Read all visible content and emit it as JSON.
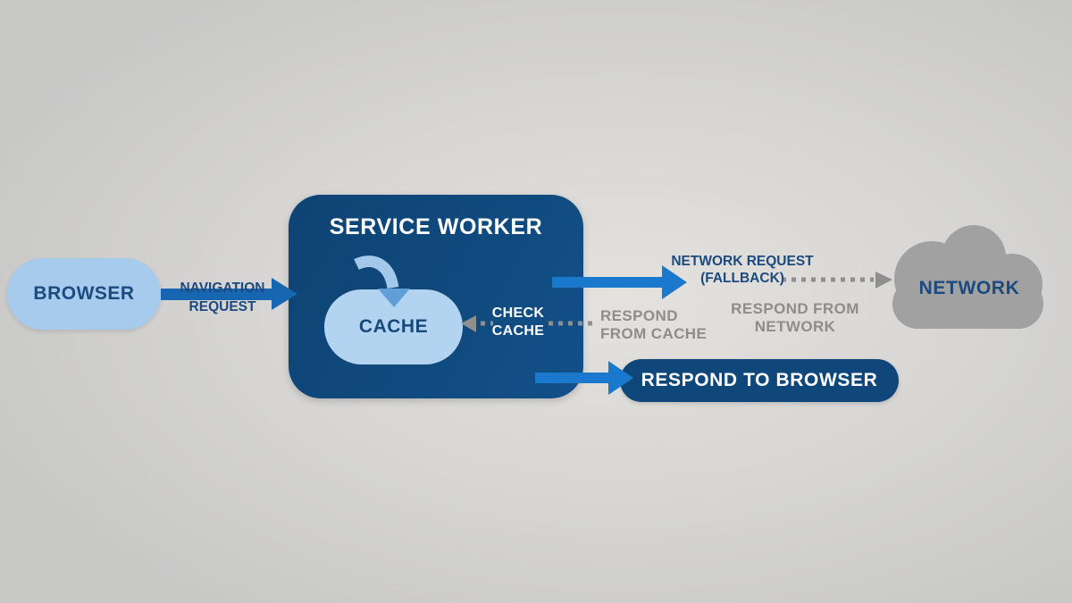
{
  "canvas": {
    "background_color": "#d6d5d3",
    "highlight_color": "#e4e2df"
  },
  "nodes": {
    "browser": {
      "label": "BROWSER",
      "fill": "#a6cbed",
      "text_color": "#1c4a7e"
    },
    "service_worker": {
      "title": "SERVICE WORKER",
      "fill": "#0f477b",
      "title_color": "#ffffff"
    },
    "cache": {
      "label": "CACHE",
      "fill": "#b3d4f0",
      "text_color": "#17497c"
    },
    "network_cloud": {
      "label": "NETWORK",
      "fill": "#a1a1a1",
      "text_color": "#1c4a7e"
    },
    "respond_to_browser": {
      "label": "RESPOND TO BROWSER",
      "fill": "#0f477b",
      "text_color": "#ffffff"
    }
  },
  "edges": {
    "navigation_request": {
      "label_line1": "NAVIGATION",
      "label_line2": "REQUEST",
      "arrow_color": "#1666b2",
      "label_color": "#1c4a7e"
    },
    "cache_loop": {
      "arrow_color": "#a3c8ea",
      "head_color": "#5f9ed6"
    },
    "check_cache": {
      "label_line1": "CHECK",
      "label_line2": "CACHE",
      "label_color": "#ffffff",
      "arrow_color": "#8f8f8f"
    },
    "respond_from_cache": {
      "label_line1": "RESPOND",
      "label_line2": "FROM CACHE",
      "label_color": "#8e8d8a"
    },
    "network_request": {
      "label_line1": "NETWORK REQUEST",
      "label_line2": "(FALLBACK)",
      "arrow_color": "#1b79cd",
      "dotted_color": "#8f8f8f",
      "label_color": "#1c4a7e"
    },
    "respond_from_network": {
      "label_line1": "RESPOND FROM",
      "label_line2": "NETWORK",
      "label_color": "#8e8d8a"
    },
    "respond_to_browser_arrow": {
      "arrow_color": "#1b79cd"
    }
  }
}
